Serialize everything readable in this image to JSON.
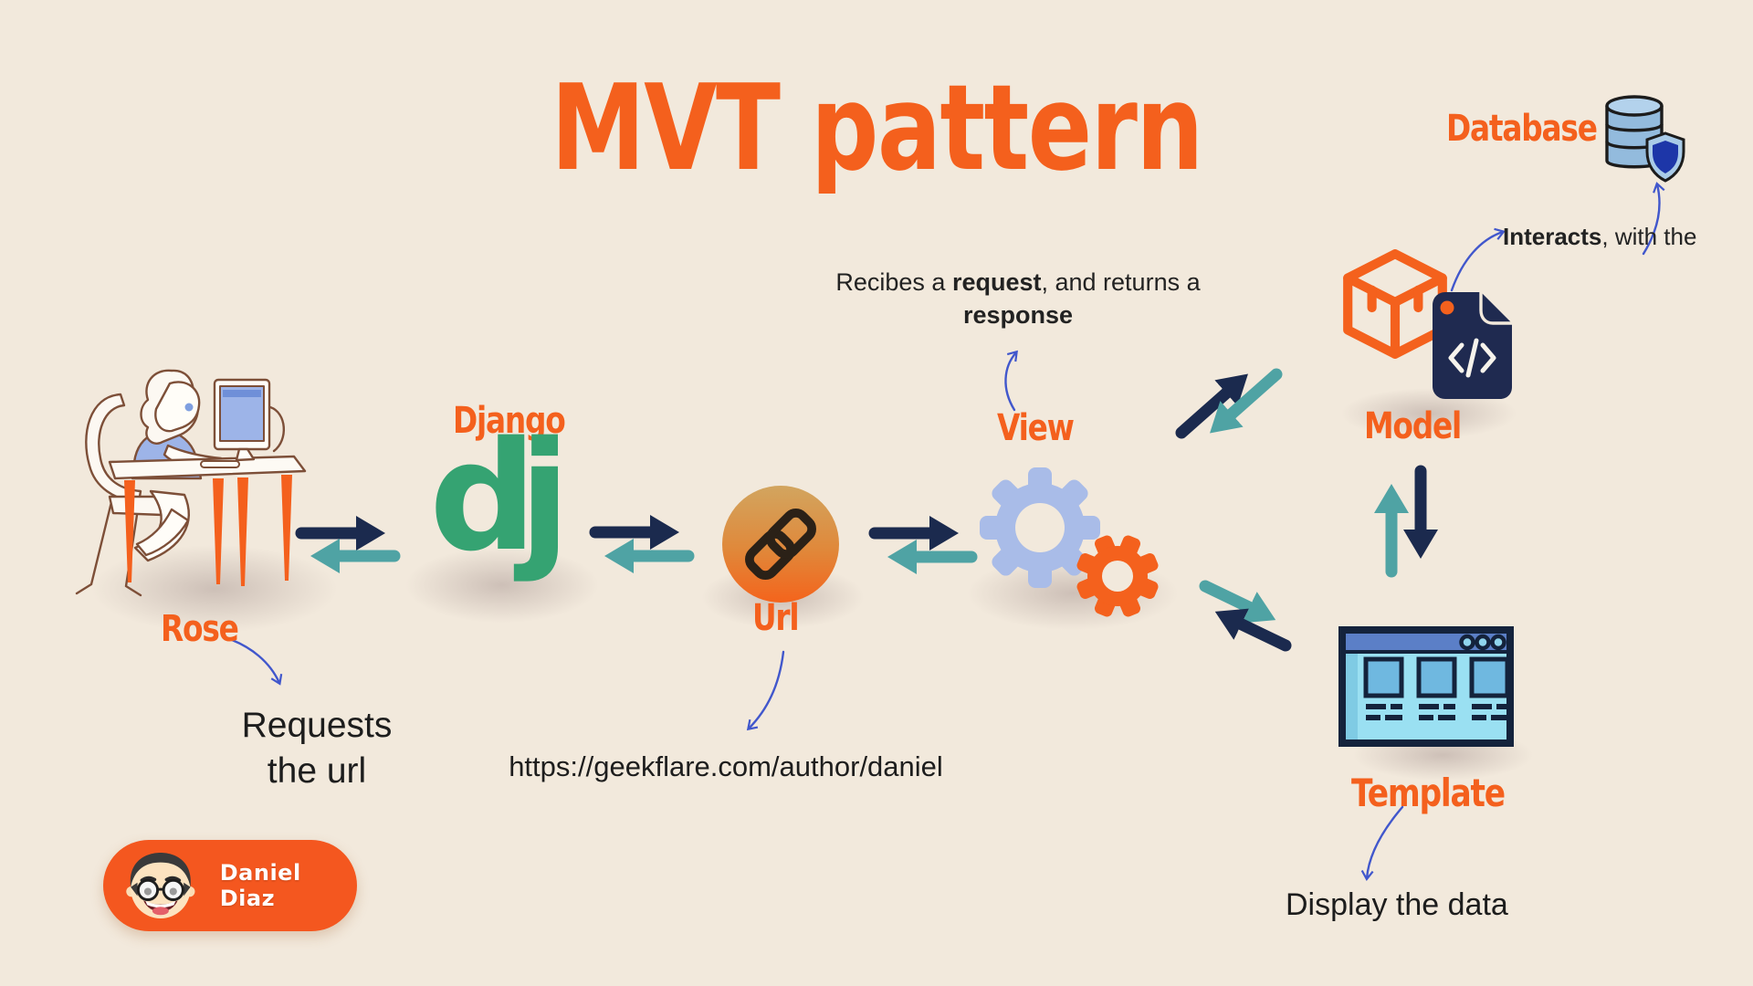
{
  "title": "MVT pattern",
  "nodes": {
    "rose": {
      "label": "Rose",
      "note_line1": "Requests",
      "note_line2": "the url"
    },
    "django": {
      "label": "Django",
      "logo_text": "dj"
    },
    "url": {
      "label": "Url",
      "example": "https://geekflare.com/author/daniel"
    },
    "view": {
      "label": "View",
      "note": {
        "pre": "Recibes a ",
        "bold_request": "request",
        "mid": ", and returns a",
        "bold_response": "response"
      }
    },
    "model": {
      "label": "Model",
      "note": {
        "bold": "Interacts",
        "rest": ", with the"
      }
    },
    "template": {
      "label": "Template",
      "note": "Display the data"
    },
    "database": {
      "label": "Database"
    }
  },
  "badge": {
    "name": "Daniel Diaz"
  },
  "icons": [
    "user-at-desk-illustration",
    "django-logo",
    "link-icon",
    "gears-icon",
    "cube-icon",
    "code-file-icon",
    "database-icon",
    "shield-icon",
    "browser-template-icon",
    "avatar-face-icon"
  ],
  "colors": {
    "background": "#f2e9dc",
    "accent_orange": "#f4601d",
    "badge_orange": "#f4571f",
    "navy": "#1b2a4e",
    "teal": "#4fa3a4",
    "django_green": "#35a372",
    "gear_blue": "#a9bce8",
    "annotation_blue": "#4157cc",
    "db_blue": "#93bbdd",
    "shield_blue": "#1d36a8"
  }
}
